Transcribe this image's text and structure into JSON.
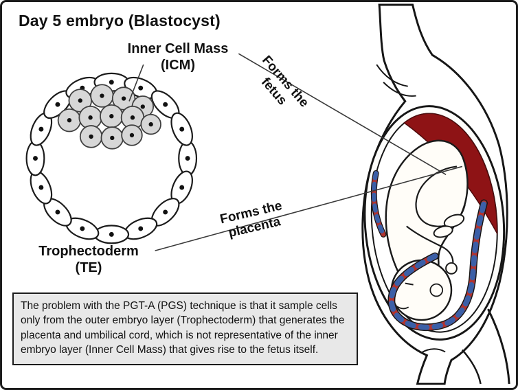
{
  "figure": {
    "title": "Day 5 embryo (Blastocyst)"
  },
  "labels": {
    "icm_line1": "Inner Cell Mass",
    "icm_line2": "(ICM)",
    "te_line1": "Trophectoderm",
    "te_line2": "(TE)",
    "forms_fetus_line1": "Forms the",
    "forms_fetus_line2": "fetus",
    "forms_placenta_line1": "Forms the",
    "forms_placenta_line2": "placenta"
  },
  "note": {
    "text": "The problem with the PGT-A (PGS) technique is that it sample cells only from the outer embryo layer (Trophectoderm) that generates the placenta and umbilical cord, which is not representative of the inner embryo layer (Inner Cell Mass) that gives rise to the fetus itself."
  },
  "colors": {
    "placenta_red": "#8e1315",
    "cord_red": "#b03330",
    "cord_blue": "#3b5fa7",
    "cell_gray": "#d7d7d7",
    "note_bg": "#e8e8e8",
    "outline_black": "#1a1a1a"
  }
}
